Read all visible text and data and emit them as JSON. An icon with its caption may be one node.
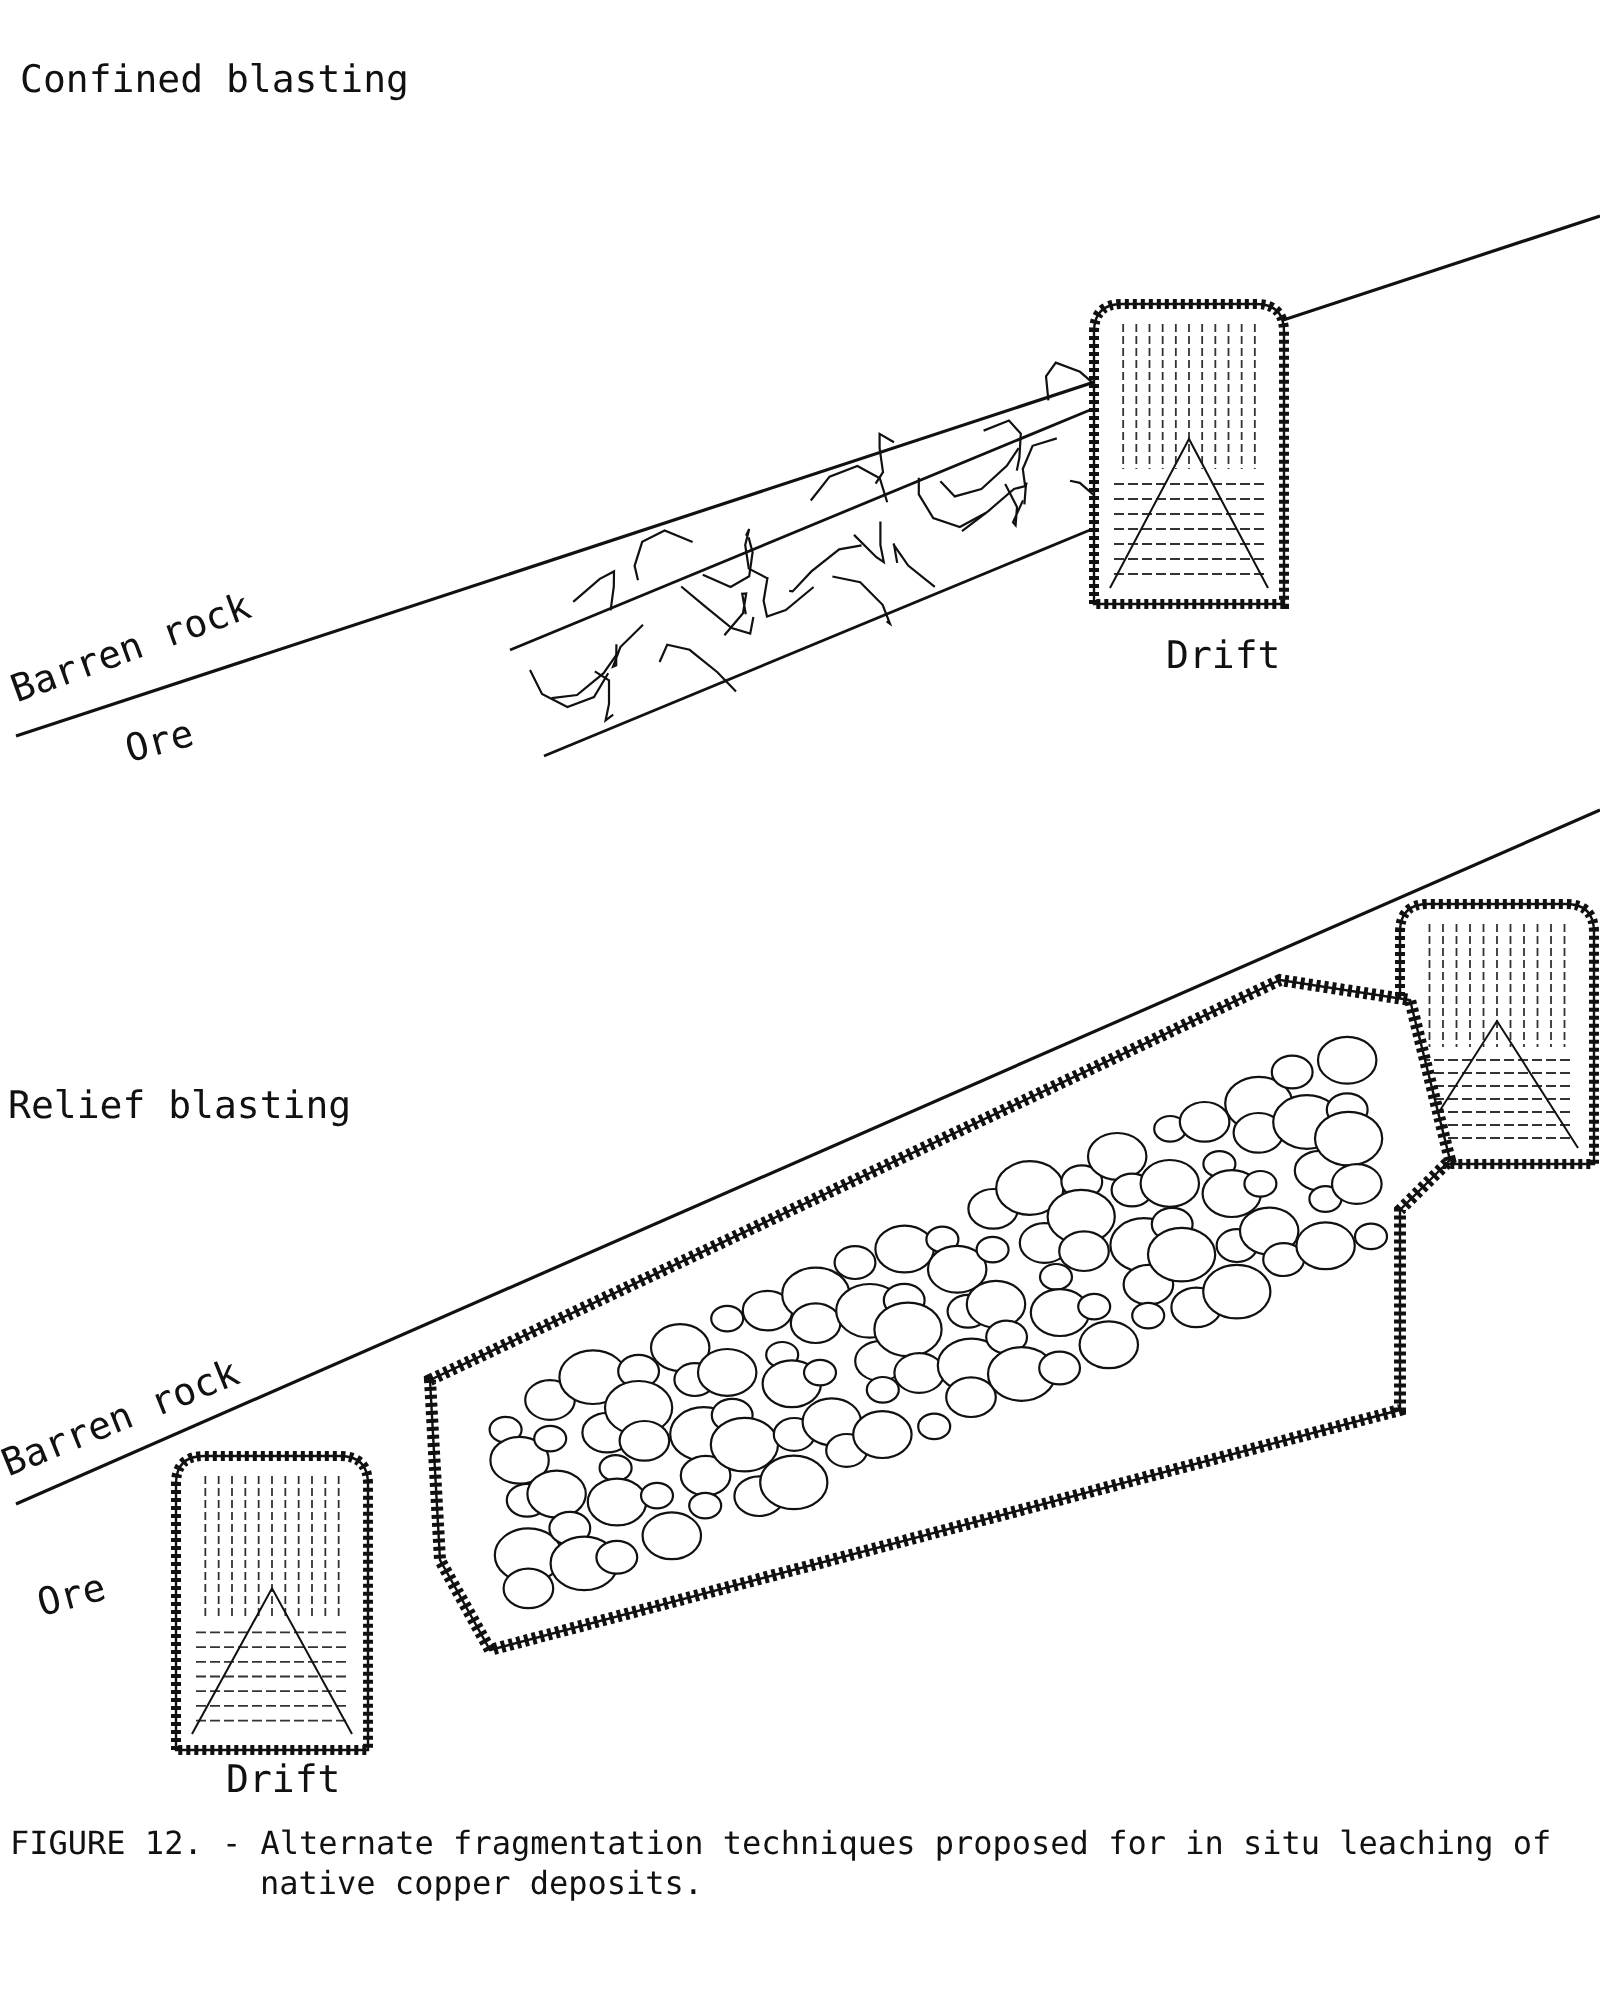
{
  "diagram": {
    "caption": "FIGURE 12. - Alternate fragmentation techniques proposed for in situ leaching of native copper deposits.",
    "labels": [
      "Confined blasting",
      "Barren rock",
      "Ore",
      "Drift",
      "Relief blasting",
      "Barren rock",
      "Ore",
      "Drift"
    ]
  }
}
